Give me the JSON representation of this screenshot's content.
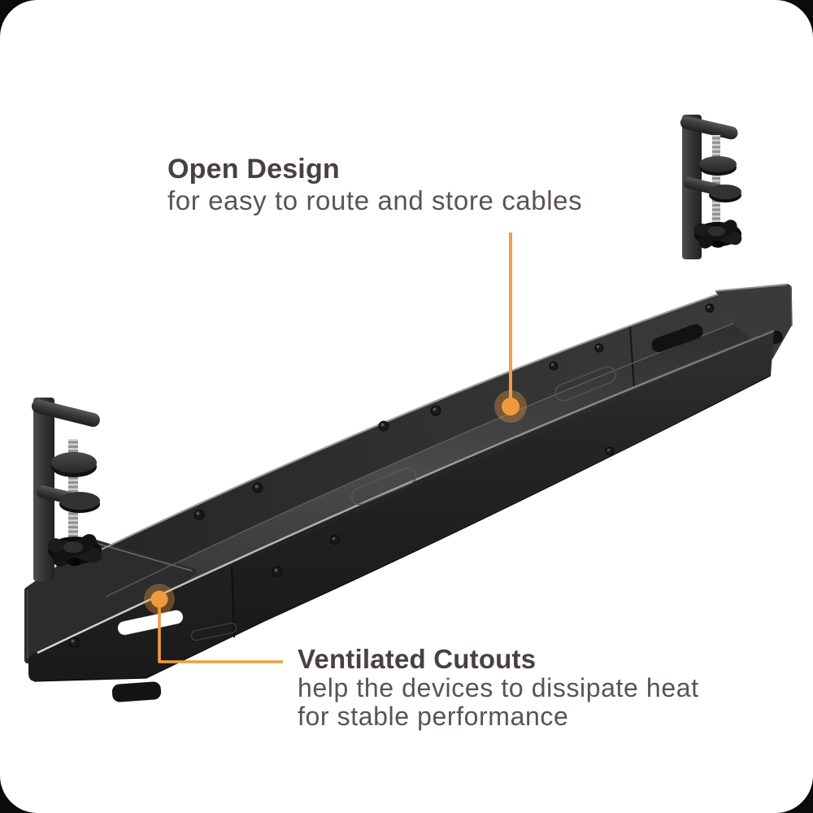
{
  "canvas": {
    "background": "#ffffff",
    "corner_notch_color": "#0b0b0b"
  },
  "palette": {
    "accent_orange": "#F29D43",
    "tray_dark": "#232323",
    "tray_mid": "#343434",
    "tray_light": "#4a4a4a",
    "edge_highlight": "#d0d0d0",
    "title_color": "#47413f",
    "body_color": "#5a5450"
  },
  "illustration": {
    "name": "under-desk-cable-tray-with-desk-clamps"
  },
  "callouts": [
    {
      "id": "open-design",
      "title": "Open Design",
      "lines": [
        "for easy to route and store cables"
      ]
    },
    {
      "id": "ventilated-cutouts",
      "title": "Ventilated Cutouts",
      "lines": [
        "help the devices to dissipate heat",
        "for stable performance"
      ]
    }
  ]
}
